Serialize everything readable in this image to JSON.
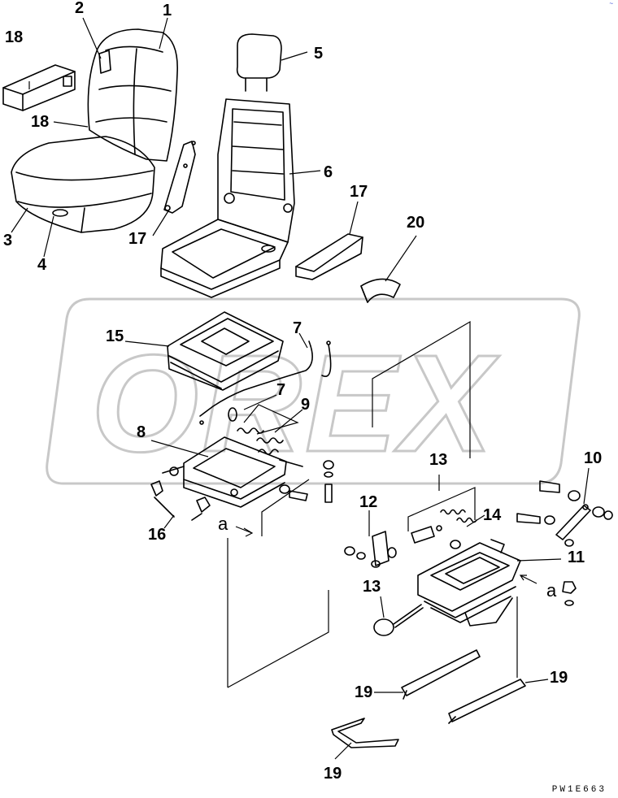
{
  "diagram": {
    "watermark_text": "OREX",
    "drawing_code": "PW1E663",
    "corner_mark": "~",
    "view_marker": "a",
    "callouts": [
      {
        "id": "c1",
        "label": "1"
      },
      {
        "id": "c2",
        "label": "2"
      },
      {
        "id": "c3",
        "label": "3"
      },
      {
        "id": "c4",
        "label": "4"
      },
      {
        "id": "c5",
        "label": "5"
      },
      {
        "id": "c6",
        "label": "6"
      },
      {
        "id": "c7a",
        "label": "7"
      },
      {
        "id": "c7b",
        "label": "7"
      },
      {
        "id": "c8",
        "label": "8"
      },
      {
        "id": "c9",
        "label": "9"
      },
      {
        "id": "c10",
        "label": "10"
      },
      {
        "id": "c11",
        "label": "11"
      },
      {
        "id": "c12",
        "label": "12"
      },
      {
        "id": "c13a",
        "label": "13"
      },
      {
        "id": "c13b",
        "label": "13"
      },
      {
        "id": "c14",
        "label": "14"
      },
      {
        "id": "c15",
        "label": "15"
      },
      {
        "id": "c16",
        "label": "16"
      },
      {
        "id": "c17a",
        "label": "17"
      },
      {
        "id": "c17b",
        "label": "17"
      },
      {
        "id": "c18a",
        "label": "18"
      },
      {
        "id": "c18b",
        "label": "18"
      },
      {
        "id": "c19a",
        "label": "19"
      },
      {
        "id": "c19b",
        "label": "19"
      },
      {
        "id": "c19c",
        "label": "19"
      },
      {
        "id": "c20",
        "label": "20"
      }
    ]
  }
}
